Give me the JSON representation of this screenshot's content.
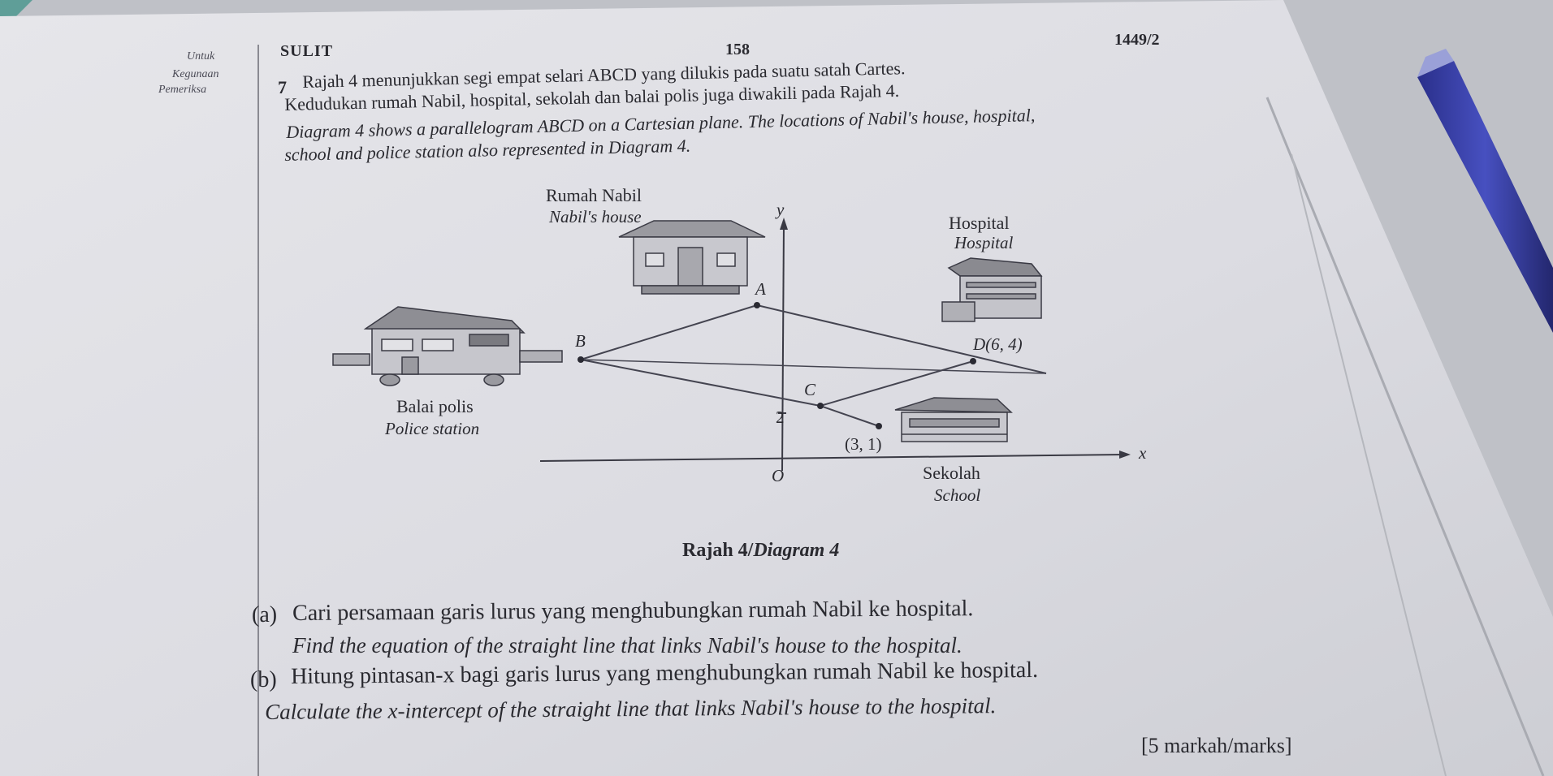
{
  "margin": {
    "line1": "Untuk",
    "line2": "Kegunaan",
    "line3": "Pemeriksa"
  },
  "header": {
    "sulit": "SULIT",
    "page_number": "158",
    "paper_code": "1449/2"
  },
  "question": {
    "number": "7",
    "malay_line1": "Rajah 4 menunjukkan segi empat selari ABCD yang dilukis pada suatu satah Cartes.",
    "malay_line2": "Kedudukan rumah Nabil, hospital, sekolah dan balai polis juga diwakili pada Rajah 4.",
    "english_line1": "Diagram 4 shows a parallelogram ABCD on a Cartesian plane. The locations of Nabil's house, hospital,",
    "english_line2": "school and police station also represented in Diagram 4."
  },
  "diagram": {
    "house_my": "Rumah Nabil",
    "house_en": "Nabil's house",
    "hospital_my": "Hospital",
    "hospital_en": "Hospital",
    "police_my": "Balai polis",
    "police_en": "Police station",
    "school_my": "Sekolah",
    "school_en": "School",
    "axis_y": "y",
    "axis_x": "x",
    "origin": "O",
    "label_a": "A",
    "label_b": "B",
    "label_c": "C",
    "label_d": "D(6, 4)",
    "label_point": "(3, 1)",
    "tick_2": "2",
    "caption_my": "Rajah 4/",
    "caption_en": "Diagram 4"
  },
  "parts": {
    "a_label": "(a)",
    "a_my": "Cari persamaan garis lurus yang menghubungkan rumah Nabil ke hospital.",
    "a_en": "Find the equation of the straight line that links Nabil's house to the hospital.",
    "b_label": "(b)",
    "b_my": "Hitung pintasan-x bagi garis lurus yang menghubungkan rumah Nabil ke hospital.",
    "b_en": "Calculate the x-intercept of the straight line that links Nabil's house to the hospital.",
    "marks": "[5 markah/marks]"
  }
}
